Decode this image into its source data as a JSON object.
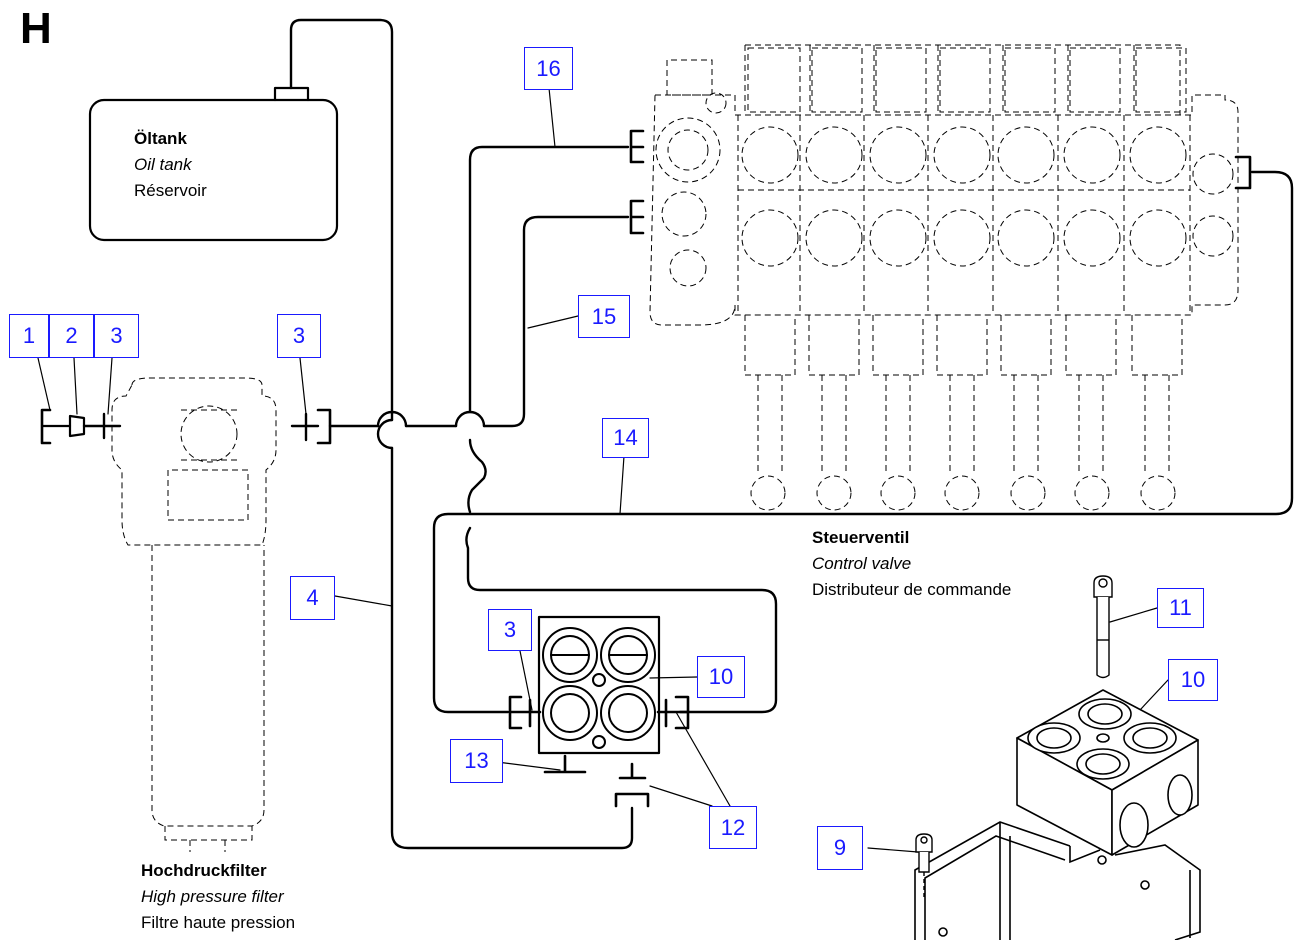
{
  "section_letter": "H",
  "labels": {
    "tank": {
      "de": "Öltank",
      "en": "Oil tank",
      "fr": "Réservoir"
    },
    "filter": {
      "de": "Hochdruckfilter",
      "en": "High pressure filter",
      "fr": "Filtre haute pression"
    },
    "valve": {
      "de": "Steuerventil",
      "en": "Control valve",
      "fr": "Distributeur de commande"
    }
  },
  "callouts": {
    "c1": "1",
    "c2": "2",
    "c3a": "3",
    "c3b": "3",
    "c3c": "3",
    "c4": "4",
    "c9": "9",
    "c10a": "10",
    "c10b": "10",
    "c11": "11",
    "c12": "12",
    "c13": "13",
    "c14": "14",
    "c15": "15",
    "c16": "16"
  },
  "colors": {
    "callout": "#1a1aff",
    "line": "#000000",
    "dashed": "#000000"
  }
}
